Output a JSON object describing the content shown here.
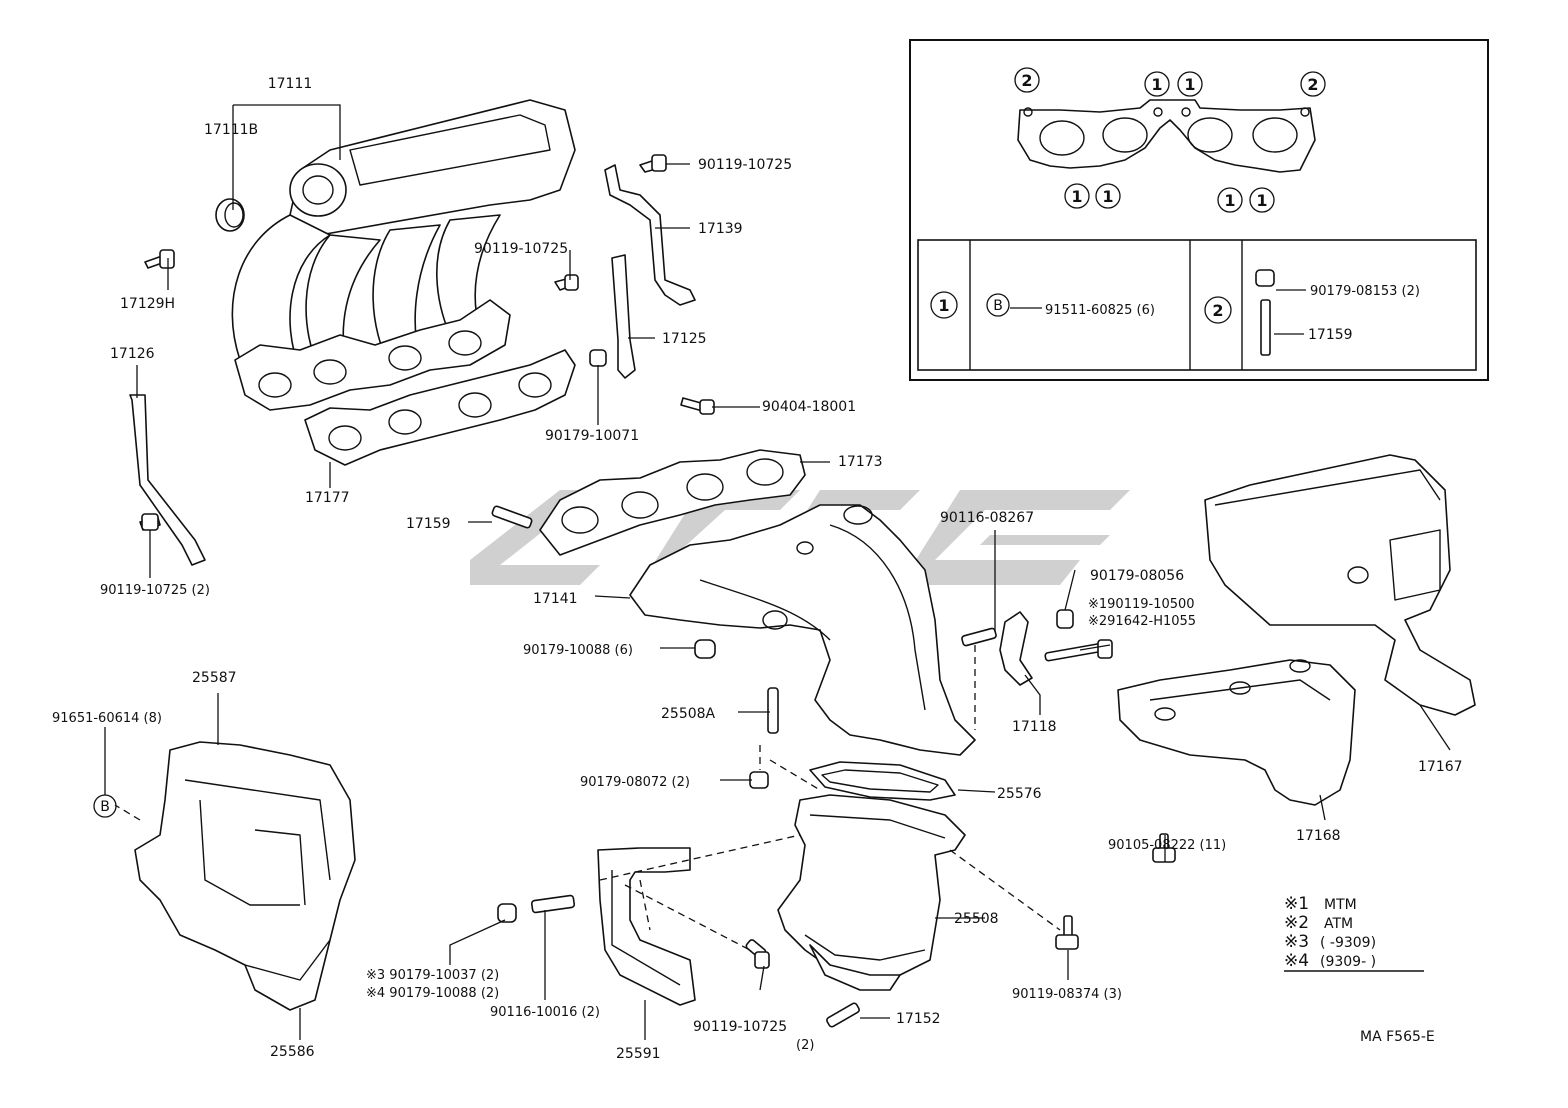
{
  "labels": {
    "p17111": "17111",
    "p17111b": "17111B",
    "p17129h": "17129H",
    "p17126": "17126",
    "p90119_10725_top": "90119-10725",
    "p17139": "17139",
    "p90119_10725_mid": "90119-10725",
    "p17125": "17125",
    "p90179_10071": "90179-10071",
    "p90404_18001": "90404-18001",
    "p17177": "17177",
    "p17173": "17173",
    "p17159": "17159",
    "p90119_10725_2": "90119-10725 (2)",
    "p17141": "17141",
    "p90179_10088_6": "90179-10088 (6)",
    "p90116_08267": "90116-08267",
    "p90179_08056": "90179-08056",
    "p_note1_part": "※190119-10500",
    "p_note2_part": "※291642-H1055",
    "p17118": "17118",
    "p25508a": "25508A",
    "p90179_08072": "90179-08072 (2)",
    "p25576": "25576",
    "p25587": "25587",
    "p91651_60614": "91651-60614 (8)",
    "p25508": "25508",
    "p90119_08374": "90119-08374 (3)",
    "p17152": "17152",
    "p90119_10725_bot": "90119-10725",
    "p90119_10725_bot_qty": "(2)",
    "p25591": "25591",
    "p90116_10016": "90116-10016 (2)",
    "p_note3_part": "※3  90179-10037 (2)",
    "p_note4_part": "※4  90179-10088 (2)",
    "p25586": "25586",
    "p17167": "17167",
    "p17168": "17168",
    "p90105_08222": "90105-08222 (11)",
    "inset_91511": "91511-60825 (6)",
    "inset_90179_08153": "90179-08153 (2)",
    "inset_17159": "17159"
  },
  "marks": {
    "circle1": "1",
    "circle2": "2",
    "circleB": "B"
  },
  "legend": {
    "n1_key": "※1",
    "n1_val": "MTM",
    "n2_key": "※2",
    "n2_val": "ATM",
    "n3_key": "※3",
    "n3_val": "(       -9309)",
    "n4_key": "※4",
    "n4_val": "(9309-        )"
  },
  "figure_code": "MA F565-E",
  "colors": {
    "ink": "#111111",
    "watermark": "#c8c8c8"
  }
}
